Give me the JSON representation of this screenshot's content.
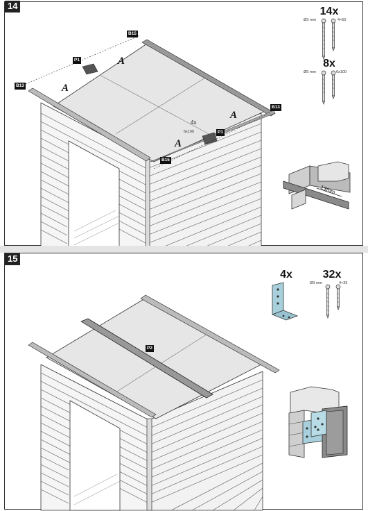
{
  "step14": {
    "number": "14",
    "hardware": [
      {
        "quantity": "14x",
        "spec_left": "Ø3 mm",
        "spec_right": "4×50"
      },
      {
        "quantity": "8x",
        "spec_left": "Ø5 mm",
        "spec_right": "6x100"
      }
    ],
    "part_tags": {
      "p1_top": "P1",
      "p1_bottom": "P1",
      "b15_top": "B15",
      "b15_bottom": "B15",
      "b13_left": "B13",
      "b13_right": "B13"
    },
    "assembly_note": {
      "quantity": "4x",
      "spec": "6x100"
    },
    "marker_letter": "A",
    "detail_dimension": "13mm"
  },
  "step15": {
    "number": "15",
    "hardware": [
      {
        "quantity": "4x"
      },
      {
        "quantity": "32x",
        "spec_left": "Ø3 mm",
        "spec_right": "4×35"
      }
    ],
    "part_tags": {
      "p2": "P2"
    }
  },
  "colors": {
    "frame": "#333333",
    "wall": "#f2f2f2",
    "roof": "#e6e6e6",
    "beam": "#9a9a9a",
    "bracket": "#a8d0dc",
    "divider": "#e4e4e4"
  },
  "icons": [
    "screw-icon",
    "angle-bracket-icon",
    "shed-illustration",
    "detail-circle"
  ]
}
